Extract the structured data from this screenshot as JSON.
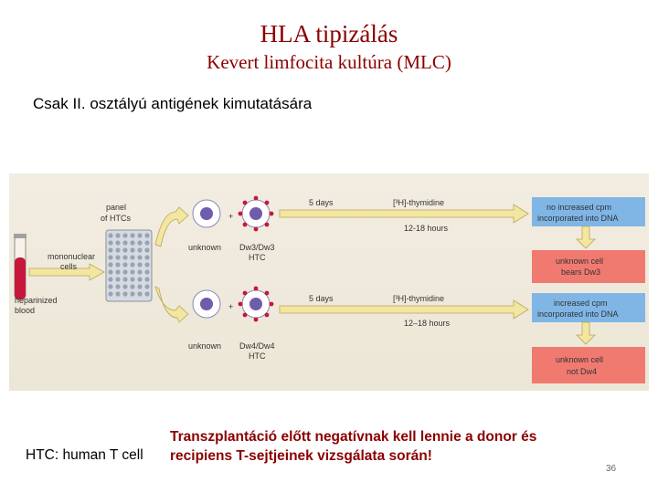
{
  "title": "HLA tipizálás",
  "subtitle": "Kevert limfocita kultúra (MLC)",
  "heading": "Csak II. osztályú antigének kimutatására",
  "figure": {
    "panel_line1": "panel",
    "panel_line2": "of HTCs",
    "mono_line1": "mononuclear",
    "mono_line2": "cells",
    "hep_line1": "heparinized",
    "hep_line2": "blood",
    "plus": "+",
    "row1": {
      "left_label": "unknown",
      "right_label1": "Dw3/Dw3",
      "right_label2": "HTC",
      "days": "5 days",
      "thymidine": "[³H]-thymidine",
      "hours": "12-18 hours",
      "result_line1": "no increased cpm",
      "result_line2": "incorporated into DNA",
      "conclusion_line1": "unknown cell",
      "conclusion_line2": "bears Dw3"
    },
    "row2": {
      "left_label": "unknown",
      "right_label1": "Dw4/Dw4",
      "right_label2": "HTC",
      "days": "5 days",
      "thymidine": "[³H]-thymidine",
      "hours": "12–18 hours",
      "result_line1": "increased cpm",
      "result_line2": "incorporated into DNA",
      "conclusion_line1": "unknown cell",
      "conclusion_line2": "not Dw4"
    },
    "colors": {
      "blue_box": "#7fb6e6",
      "red_box": "#f07a70",
      "arrow_yellow": "#f3e6a0",
      "cell_purple": "#6f5cab",
      "blood_red": "#c8163a"
    }
  },
  "note_line1": "Transzplantáció előtt negatívnak kell lennie a donor és",
  "note_line2": "recipiens T-sejtjeinek vizsgálata során!",
  "footer_left": "HTC: human T cell",
  "page_number": "36"
}
